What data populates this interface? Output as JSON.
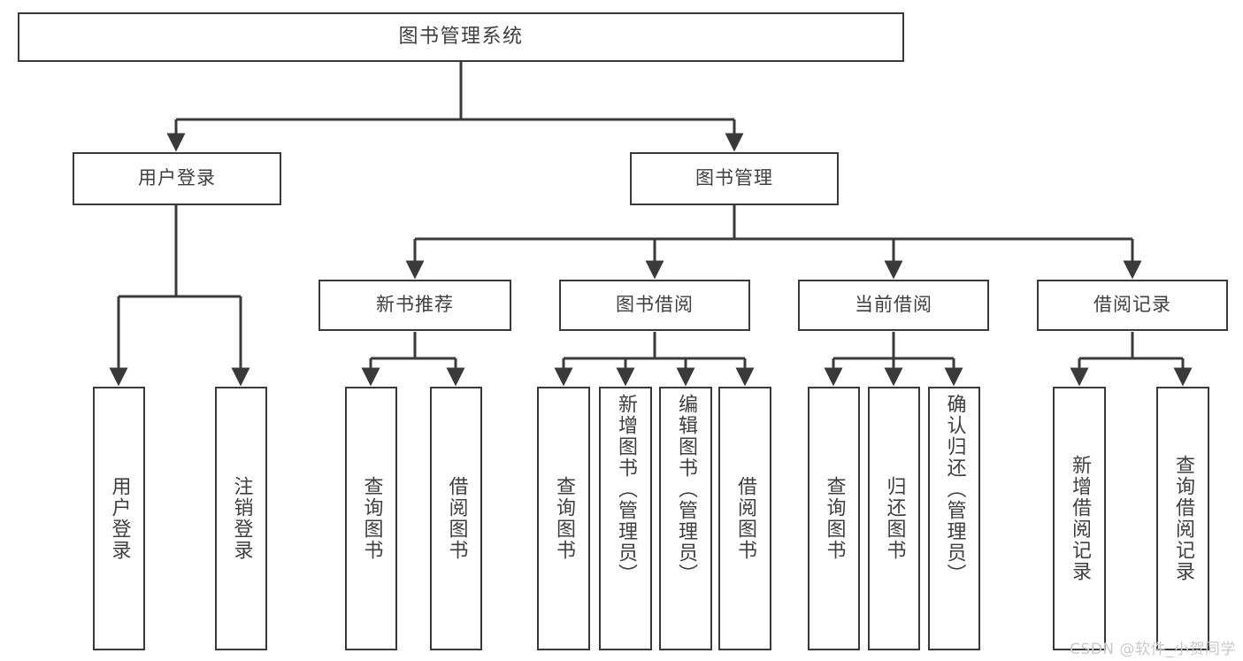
{
  "diagram": {
    "title": "图书管理系统",
    "type": "tree-hierarchy",
    "stroke_color": "#3a3a3a",
    "text_color": "#3f3f3f",
    "background_color": "#ffffff",
    "root": {
      "label": "图书管理系统"
    },
    "level2": [
      {
        "label": "用户登录"
      },
      {
        "label": "图书管理"
      }
    ],
    "level3": [
      {
        "label": "新书推荐"
      },
      {
        "label": "图书借阅"
      },
      {
        "label": "当前借阅"
      },
      {
        "label": "借阅记录"
      }
    ],
    "leaves": {
      "user_login": [
        {
          "label": "用户登录"
        },
        {
          "label": "注销登录"
        }
      ],
      "new_book_recommend": [
        {
          "label": "查询图书"
        },
        {
          "label": "借阅图书"
        }
      ],
      "book_borrow": [
        {
          "label": "查询图书"
        },
        {
          "label": "新增图书（管理员）"
        },
        {
          "label": "编辑图书（管理员）"
        },
        {
          "label": "借阅图书"
        }
      ],
      "current_borrow": [
        {
          "label": "查询图书"
        },
        {
          "label": "归还图书"
        },
        {
          "label": "确认归还（管理员）"
        }
      ],
      "borrow_record": [
        {
          "label": "新增借阅记录"
        },
        {
          "label": "查询借阅记录"
        }
      ]
    }
  },
  "watermark": {
    "text": "CSDN @软件_小贺同学"
  }
}
